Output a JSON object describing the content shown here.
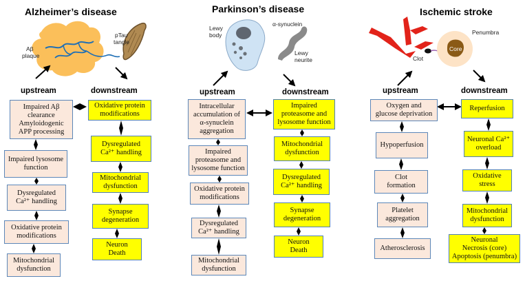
{
  "panels": [
    {
      "title": "Alzheimer’s disease",
      "labels": {
        "plaque_1": "Aβ",
        "plaque_2": "plaque",
        "tangle_1": "pTau",
        "tangle_2": "tangle"
      },
      "upstream_label": "upstream",
      "downstream_label": "downstream",
      "upstream": [
        [
          "Impaired Aβ",
          "clearance",
          "Amyloidogenic",
          "APP processing"
        ],
        [
          "Impaired lysosome",
          "function"
        ],
        [
          "Dysregulated",
          "Ca²⁺ handling"
        ],
        [
          "Oxidative protein",
          "modifications"
        ],
        [
          "Mitochondrial",
          "dysfunction"
        ]
      ],
      "downstream": [
        [
          "Oxidative protein",
          "modifications"
        ],
        [
          "Dysregulated",
          "Ca²⁺ handling"
        ],
        [
          "Mitochondrial",
          "dysfunction"
        ],
        [
          "Synapse",
          "degeneration"
        ],
        [
          "Neuron",
          "Death"
        ]
      ]
    },
    {
      "title": "Parkinson’s disease",
      "labels": {
        "lewy_body_1": "Lewy",
        "lewy_body_2": "body",
        "synuclein": "α-synuclein",
        "neurite_1": "Lewy",
        "neurite_2": "neurite"
      },
      "upstream_label": "upstream",
      "downstream_label": "downstream",
      "upstream": [
        [
          "Intracellular",
          "accumulation of",
          "α-synuclein",
          "aggregation"
        ],
        [
          "Impaired",
          "proteasome and",
          "lysosome function"
        ],
        [
          "Oxidative protein",
          "modifications"
        ],
        [
          "Dysregulated",
          "Ca²⁺ handling"
        ],
        [
          "Mitochondrial",
          "dysfunction"
        ]
      ],
      "downstream": [
        [
          "Impaired",
          "proteasome and",
          "lysosome function"
        ],
        [
          "Mitochondrial",
          "dysfunction"
        ],
        [
          "Dysregulated",
          "Ca²⁺ handling"
        ],
        [
          "Synapse",
          "degeneration"
        ],
        [
          "Neuron",
          "Death"
        ]
      ]
    },
    {
      "title": "Ischemic stroke",
      "labels": {
        "clot": "Clot",
        "core": "Core",
        "penumbra": "Penumbra"
      },
      "upstream_label": "upstream",
      "downstream_label": "downstream",
      "upstream": [
        [
          "Oxygen and",
          "glucose deprivation"
        ],
        [
          "Hypoperfusion"
        ],
        [
          "Clot",
          "formation"
        ],
        [
          "Platelet",
          "aggregation"
        ],
        [
          "Atherosclerosis"
        ]
      ],
      "downstream": [
        [
          "Reperfusion"
        ],
        [
          "Neuronal Ca²⁺",
          "overload"
        ],
        [
          "Oxidative",
          "stress"
        ],
        [
          "Mitochondrial",
          "dysfunction"
        ],
        [
          "Neuronal",
          "Necrosis (core)",
          "Apoptosis (penumbra)"
        ]
      ]
    }
  ],
  "colors": {
    "upstream_fill": "#fbe8dc",
    "downstream_fill": "#ffff00",
    "box_border": "#5b86b8"
  }
}
